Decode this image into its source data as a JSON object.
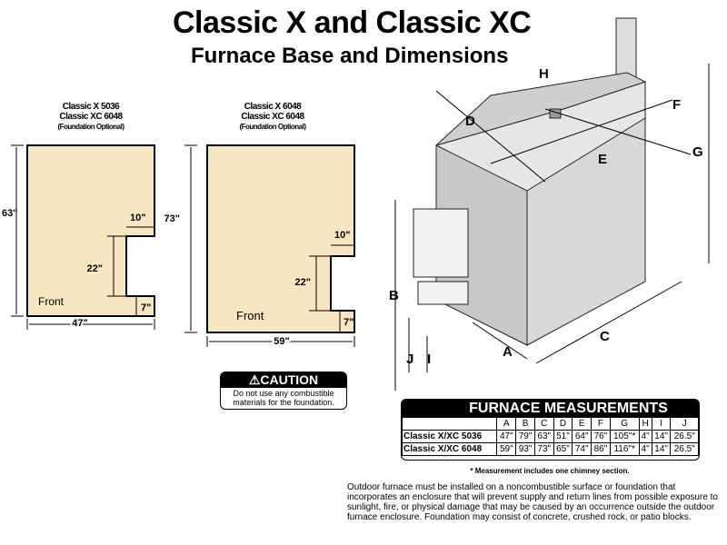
{
  "title": "Classic X and Classic XC",
  "subtitle": "Furnace Base and Dimensions",
  "left_base": {
    "line1": "Classic X 5036",
    "line2": "Classic XC 6048",
    "line3": "(Foundation Optional)",
    "height": "63\"",
    "width": "47\"",
    "notch_depth": "10\"",
    "notch_height": "22\"",
    "bottom_offset": "7\"",
    "front": "Front"
  },
  "right_base": {
    "line1": "Classic X 6048",
    "line2": "Classic XC 6048",
    "line3": "(Foundation Optional)",
    "height": "73\"",
    "width": "59\"",
    "notch_depth": "10\"",
    "notch_height": "22\"",
    "bottom_offset": "7\"",
    "front": "Front"
  },
  "caution": {
    "title": "CAUTION",
    "text": "Do not use any combustible materials for the foundation."
  },
  "furnace_labels": [
    "A",
    "B",
    "C",
    "D",
    "E",
    "F",
    "G",
    "H",
    "I",
    "J"
  ],
  "measurements": {
    "title": "FURNACE MEASUREMENTS",
    "columns": [
      "A",
      "B",
      "C",
      "D",
      "E",
      "F",
      "G",
      "H",
      "I",
      "J"
    ],
    "rows": [
      {
        "name": "Classic X/XC 5036",
        "values": [
          "47\"",
          "79\"",
          "63\"",
          "51\"",
          "64\"",
          "76\"",
          "105\"*",
          "4\"",
          "14\"",
          "26.5\""
        ]
      },
      {
        "name": "Classic X/XC 6048",
        "values": [
          "59\"",
          "93\"",
          "73\"",
          "65\"",
          "74\"",
          "86\"",
          "116\"*",
          "4\"",
          "14\"",
          "26.5\""
        ]
      }
    ]
  },
  "footnote": "* Measurement includes one chimney section.",
  "paragraph": "Outdoor furnace must be installed on a noncombustible surface or foundation that incorporates an enclosure that will prevent supply and return lines from possible exposure to sunlight, fire, or physical damage that may be caused by an occurrence outside the outdoor furnace enclosure. Foundation may consist of concrete, crushed rock, or patio blocks.",
  "colors": {
    "foundation": "#f6e7c1"
  }
}
